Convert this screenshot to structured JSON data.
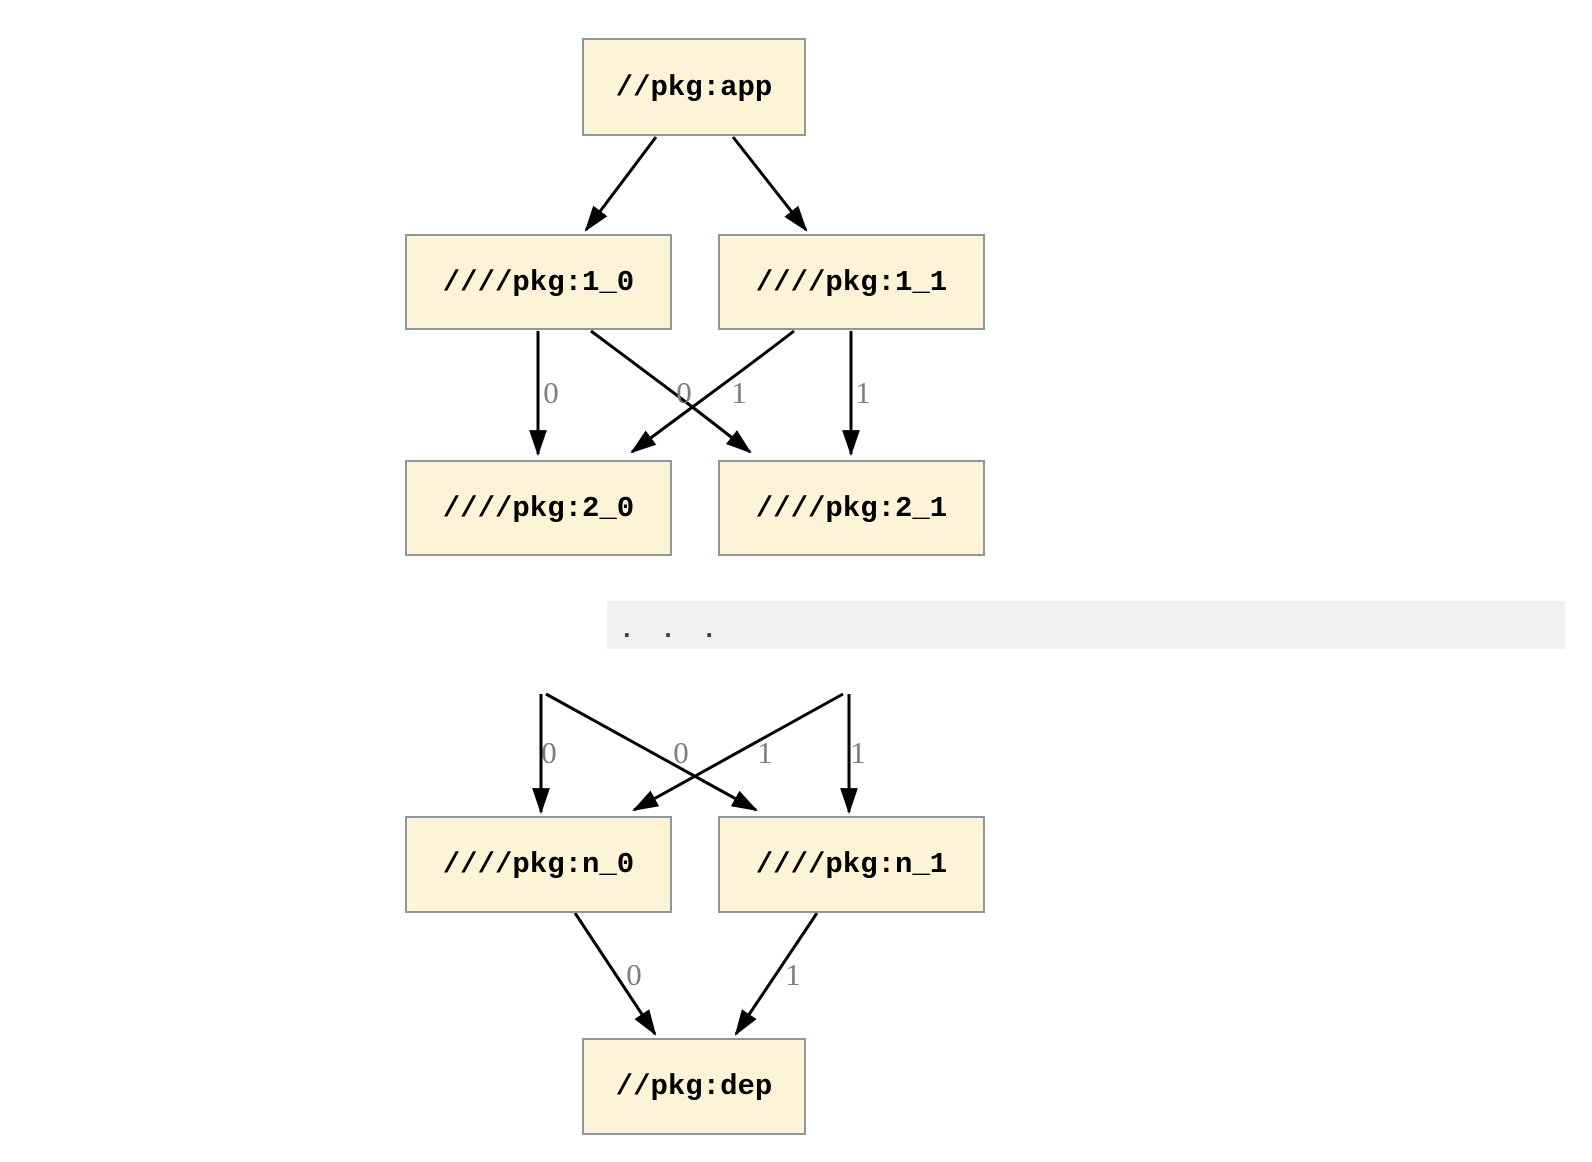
{
  "diagram": {
    "type": "dependency-graph",
    "nodes": {
      "app": "//pkg:app",
      "l1_0": "////pkg:1_0",
      "l1_1": "////pkg:1_1",
      "l2_0": "////pkg:2_0",
      "l2_1": "////pkg:2_1",
      "ln_0": "////pkg:n_0",
      "ln_1": "////pkg:n_1",
      "dep": "//pkg:dep"
    },
    "edges": [
      {
        "from": "app",
        "to": "l1_0",
        "label": ""
      },
      {
        "from": "app",
        "to": "l1_1",
        "label": ""
      },
      {
        "from": "l1_0",
        "to": "l2_0",
        "label": "0"
      },
      {
        "from": "l1_1",
        "to": "l2_0",
        "label": "0"
      },
      {
        "from": "l1_0",
        "to": "l2_1",
        "label": "1"
      },
      {
        "from": "l1_1",
        "to": "l2_1",
        "label": "1"
      },
      {
        "from": "ellipsis",
        "to": "ln_0",
        "label": "0"
      },
      {
        "from": "ellipsis",
        "to": "ln_0",
        "label": "0"
      },
      {
        "from": "ellipsis",
        "to": "ln_1",
        "label": "1"
      },
      {
        "from": "ellipsis",
        "to": "ln_1",
        "label": "1"
      },
      {
        "from": "ln_0",
        "to": "dep",
        "label": "0"
      },
      {
        "from": "ln_1",
        "to": "dep",
        "label": "1"
      }
    ],
    "ellipsis": ". . .",
    "colors": {
      "node_fill": "#fdf3d6",
      "node_border": "#8e979a",
      "edge_color": "#000000",
      "edge_label_color": "#7d7d7d",
      "band_bg": "#f1f1f1",
      "dots_color": "#3a3a3a",
      "node_text": "#000000"
    }
  }
}
